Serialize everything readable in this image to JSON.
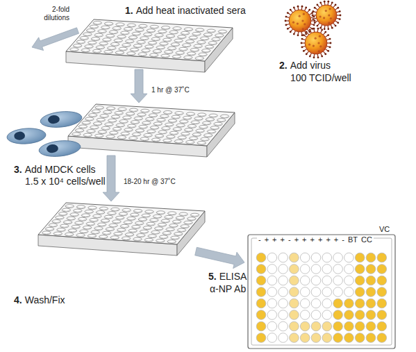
{
  "diagram": {
    "labels": [
      "2-fold dilutions",
      "1.",
      "Add heat inactivated sera",
      "2.",
      "Add virus",
      "100 TCID/well",
      "1 hr @ 37˚C",
      "3.",
      "Add MDCK cells",
      "1.5 x 10⁴ cells/well",
      "18-20 hr @ 37˚C",
      "4.",
      "Wash/Fix",
      "5.",
      "ELISA",
      "α-NP Ab",
      "VC",
      "-",
      "+",
      "+",
      "+",
      "-",
      "+",
      "+",
      "+",
      "+",
      "+",
      "+",
      "-",
      "BT",
      "CC"
    ]
  }
}
